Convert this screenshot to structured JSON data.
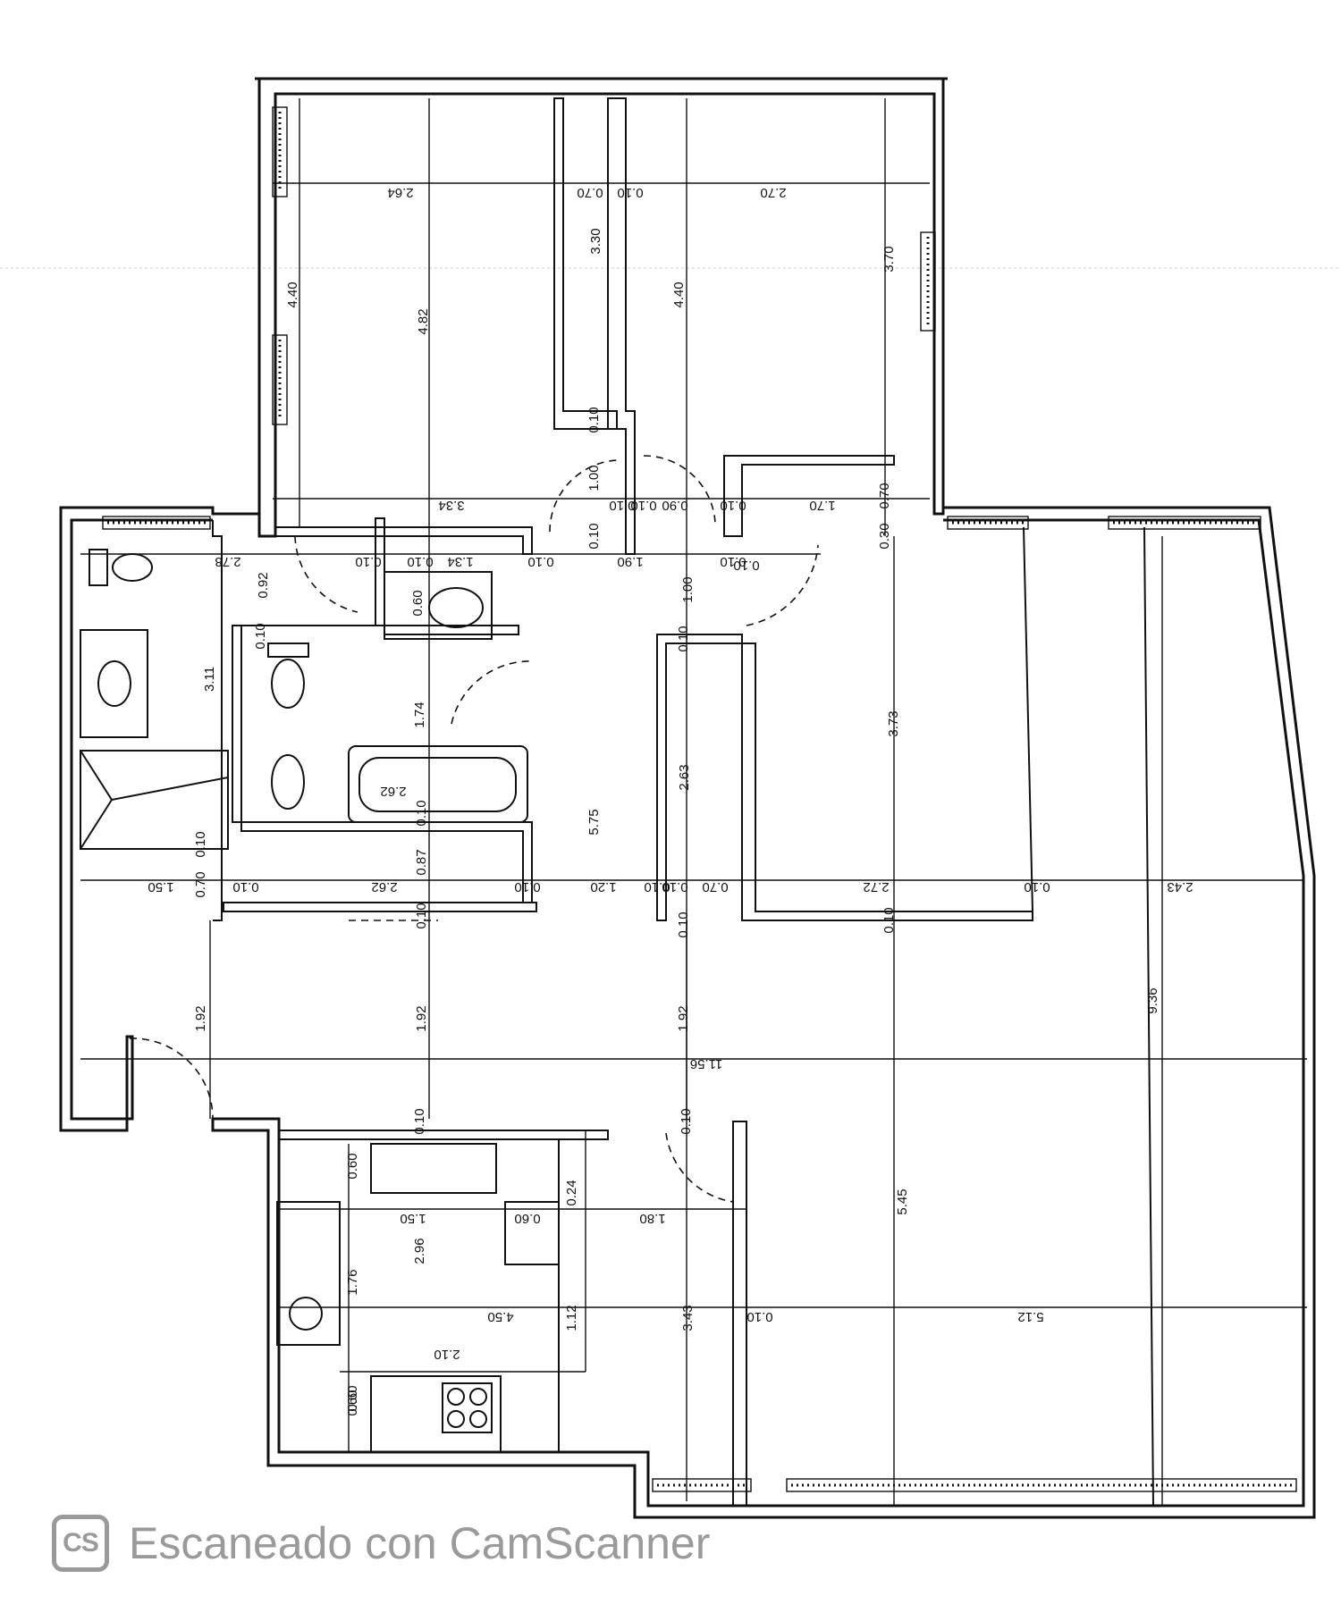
{
  "plan": {
    "dimensions": [
      "2.64",
      "0.70",
      "0.10",
      "2.70",
      "3.30",
      "3.70",
      "4.40",
      "4.82",
      "4.40",
      "0.10",
      "1.00",
      "3.34",
      "0.10",
      "0.10",
      "0.90",
      "0.10",
      "1.70",
      "0.70",
      "0.30",
      "2.78",
      "0.92",
      "0.10",
      "0.10",
      "1.34",
      "0.10",
      "1.90",
      "0.10",
      "0.10",
      "0.10",
      "0.60",
      "1.00",
      "0.10",
      "0.10",
      "3.11",
      "1.74",
      "2.62",
      "2.63",
      "3.73",
      "5.75",
      "0.10",
      "1.50",
      "0.70",
      "0.10",
      "0.10",
      "2.62",
      "0.87",
      "0.10",
      "1.20",
      "0.10",
      "0.70",
      "0.10",
      "2.72",
      "0.10",
      "2.43",
      "0.10",
      "0.10",
      "0.10",
      "1.92",
      "1.92",
      "1.92",
      "9.36",
      "11.56",
      "0.10",
      "0.10",
      "0.60",
      "0.60",
      "1.50",
      "0.60",
      "0.24",
      "1.80",
      "1.76",
      "2.96",
      "5.45",
      "4.50",
      "1.12",
      "3.43",
      "0.10",
      "5.12",
      "2.10",
      "0.60"
    ]
  },
  "footer": {
    "logo_text": "CS",
    "scanner_text": "Escaneado con CamScanner"
  },
  "colors": {
    "ink": "#111111",
    "footer_gray": "#9a9a9a"
  }
}
